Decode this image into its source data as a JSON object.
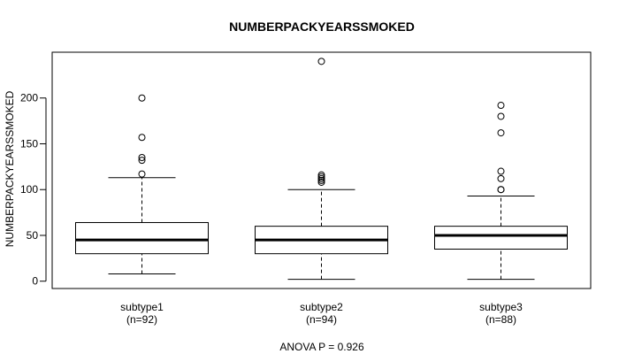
{
  "chart_data": {
    "type": "boxplot",
    "title": "NUMBERPACKYEARSSMOKED",
    "xlabel": "",
    "ylabel": "NUMBERPACKYEARSSMOKED",
    "ylim": [
      -8,
      250
    ],
    "yticks": [
      0,
      50,
      100,
      150,
      200
    ],
    "grid": false,
    "footnote": "ANOVA P = 0.926",
    "categories": [
      {
        "name": "subtype1",
        "n_label": "(n=92)"
      },
      {
        "name": "subtype2",
        "n_label": "(n=94)"
      },
      {
        "name": "subtype3",
        "n_label": "(n=88)"
      }
    ],
    "boxes": [
      {
        "whisker_low": 8,
        "q1": 30,
        "median": 45,
        "q3": 64,
        "whisker_high": 113,
        "outliers": [
          117,
          132,
          135,
          157,
          200
        ]
      },
      {
        "whisker_low": 2,
        "q1": 30,
        "median": 45,
        "q3": 60,
        "whisker_high": 100,
        "outliers": [
          108,
          110,
          112,
          114,
          116,
          240
        ]
      },
      {
        "whisker_low": 2,
        "q1": 35,
        "median": 50,
        "q3": 60,
        "whisker_high": 93,
        "outliers": [
          100,
          100,
          112,
          120,
          162,
          180,
          192
        ]
      }
    ]
  }
}
